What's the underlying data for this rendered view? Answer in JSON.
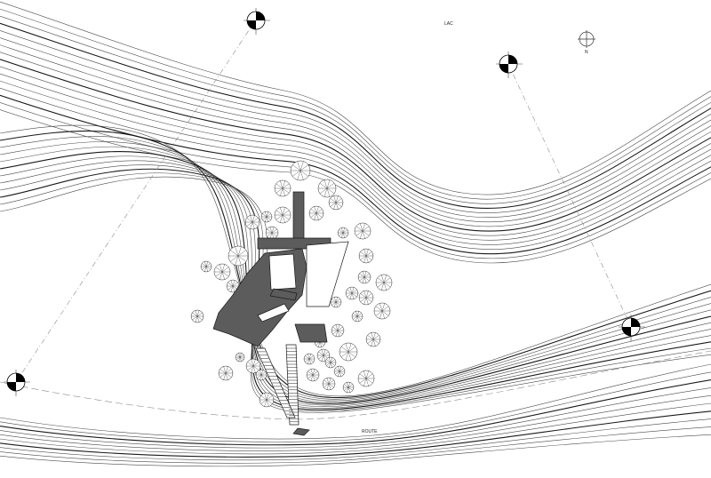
{
  "labels": {
    "lake": "LAC",
    "road": "ROUTE",
    "north": "N"
  },
  "symbols": {
    "section_markers": [
      "section-marker",
      "section-marker",
      "section-marker",
      "section-marker"
    ],
    "north_arrow": "north-arrow-icon"
  },
  "colors": {
    "contour": "#4a4a4a",
    "major_contour": "#1a1a1a",
    "building": "#5c5c5c"
  }
}
